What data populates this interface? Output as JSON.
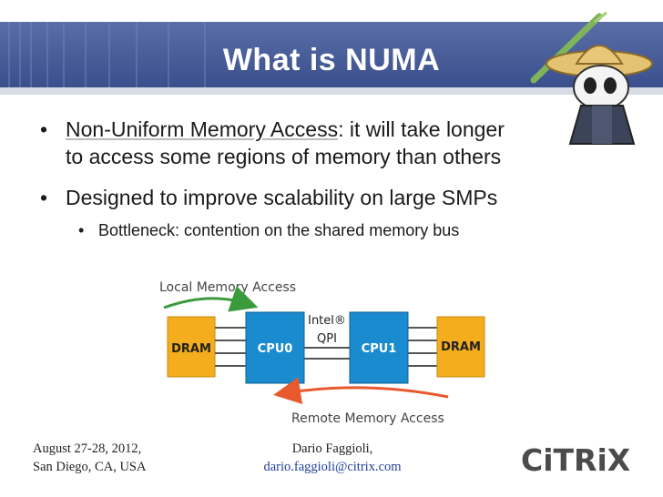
{
  "slide": {
    "title": "What is NUMA",
    "bullets": [
      {
        "lead": "Non-Uniform Memory Access",
        "rest": ": it will take longer",
        "line2": "to access some regions of memory than others"
      },
      {
        "text": "Designed to improve scalability on large SMPs"
      }
    ],
    "sub_bullet": "Bottleneck: contention on the shared memory bus"
  },
  "diagram": {
    "local_label": "Local Memory Access",
    "remote_label": "Remote Memory Access",
    "dram_left": "DRAM",
    "dram_right": "DRAM",
    "cpu0": "CPU0",
    "cpu1": "CPU1",
    "intel": "Intel®",
    "qpi": "QPI",
    "colors": {
      "dram": "#f3ad1d",
      "cpu": "#1a8bcf",
      "local_arrow": "#3a9a3c",
      "remote_arrow": "#e8592d"
    }
  },
  "footer": {
    "date": "August 27-28, 2012,",
    "location": "San Diego, CA, USA",
    "author": "Dario Faggioli,",
    "email": "dario.faggioli@citrix.com"
  },
  "logo": {
    "text": "CiTRiX"
  },
  "icons": [
    "panda-mascot-icon"
  ]
}
